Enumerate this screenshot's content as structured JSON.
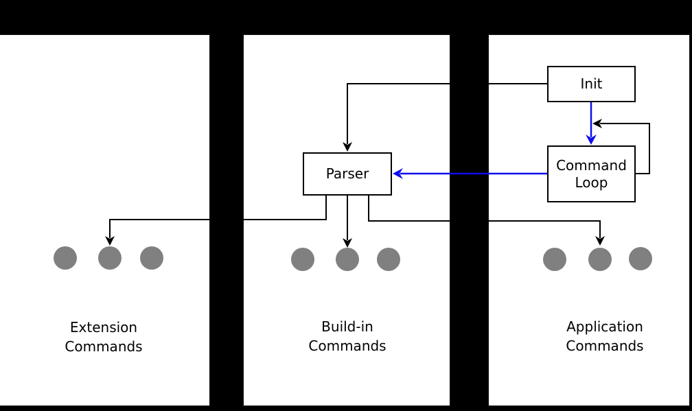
{
  "diagram": {
    "colors": {
      "background": "#000000",
      "panel_fill": "#ffffff",
      "panel_border": "#0a0a0a",
      "line_black": "#000000",
      "line_blue": "#0d0df0",
      "circle_gray": "#808080"
    },
    "panels": [
      {
        "id": "extension",
        "label": "Extension Commands"
      },
      {
        "id": "buildin",
        "label": "Build-in Commands"
      },
      {
        "id": "application",
        "label": "Application Commands"
      }
    ],
    "nodes": {
      "init": {
        "label": "Init"
      },
      "parser": {
        "label": "Parser"
      },
      "command_loop": {
        "label": "Command Loop"
      }
    },
    "edges": [
      {
        "from": "Init",
        "to": "Parser",
        "color": "black"
      },
      {
        "from": "Init",
        "to": "Command Loop",
        "color": "blue"
      },
      {
        "from": "Command Loop",
        "to": "Command Loop",
        "color": "black",
        "type": "self-loop"
      },
      {
        "from": "Command Loop",
        "to": "Parser",
        "color": "blue"
      },
      {
        "from": "Parser",
        "to": "Extension Commands",
        "color": "black"
      },
      {
        "from": "Parser",
        "to": "Build-in Commands",
        "color": "black"
      },
      {
        "from": "Parser",
        "to": "Application Commands",
        "color": "black"
      }
    ]
  }
}
